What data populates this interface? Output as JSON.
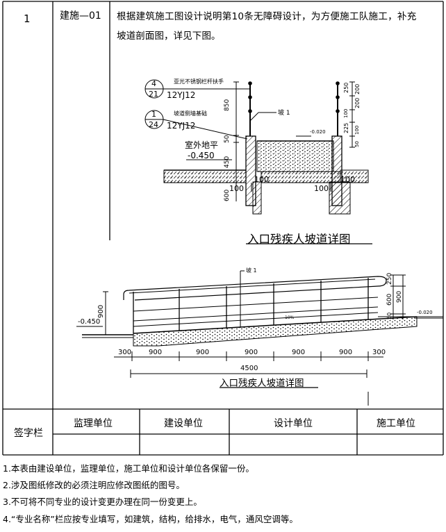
{
  "row": {
    "index": "1",
    "code": "建施—01",
    "text_line1": "根据建筑施工图设计说明第10条无障碍设计，为方便施工队施工，补充",
    "text_line2": "坡道剖面图，详见下图。"
  },
  "section": {
    "tag1_num": "4",
    "tag1_den": "21",
    "tag1_ref": "12YJ12",
    "tag1_label": "亚光不锈钢栏杆扶手",
    "tag2_num": "1",
    "tag2_den": "24",
    "tag2_ref": "12YJ12",
    "tag2_label": "坡道侧墙基础",
    "ground_label": "室外地平",
    "ground_level": "-0.450",
    "slope_label": "坡 1",
    "slope_level": "-0.020",
    "dim_850": "850",
    "dim_50": "50",
    "dim_450": "450",
    "dim_600": "600",
    "dim_250": "250",
    "dim_200a": "200",
    "dim_200b": "200",
    "dim_100a": "100",
    "dim_225": "225",
    "dim_100b": "100",
    "dim_50b": "50",
    "foot_100a": "100",
    "foot_100b": "100",
    "foot_100c": "100",
    "foot_100d": "100",
    "title": "入口残疾人坡道详图"
  },
  "elevation": {
    "slope_label": "坡 1",
    "left_level": "-0.450",
    "right_level": "-0.020",
    "dim_900_left": "900",
    "dim_250": "250",
    "dim_600": "600",
    "dim_900_right": "900",
    "dim_50": "50",
    "grade": "10%",
    "dims": [
      "300",
      "900",
      "900",
      "900",
      "900",
      "900",
      "300"
    ],
    "total": "4500",
    "title": "入口残疾人坡道详图"
  },
  "signature": {
    "label": "签字栏",
    "columns": [
      "监理单位",
      "建设单位",
      "设计单位",
      "施工单位"
    ]
  },
  "notes": [
    "1.本表由建设单位，监理单位，施工单位和设计单位各保留一份。",
    "2.涉及图纸修改的必须注明应修改图纸的图号。",
    "3.不可将不同专业的设计变更办理在同一份变更上。",
    "4.“专业名称”栏应按专业填写，如建筑，结构，给排水，电气，通风空调等。"
  ]
}
